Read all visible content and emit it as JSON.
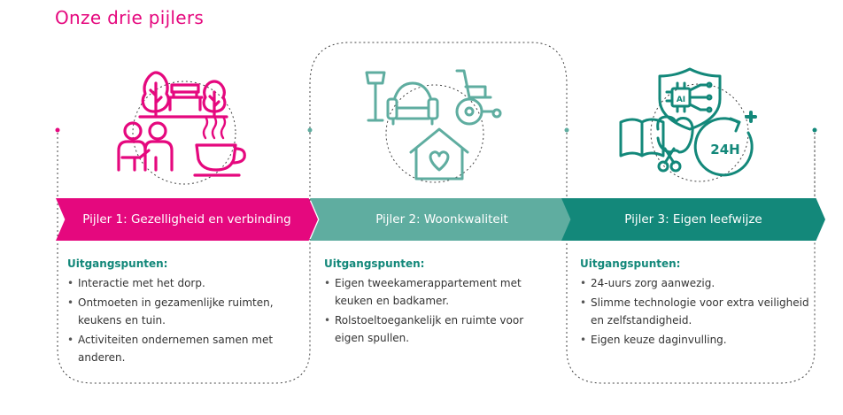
{
  "page": {
    "title": "Onze drie pijlers"
  },
  "colors": {
    "pink": "#e5087e",
    "light_teal": "#5fada0",
    "teal": "#13887a"
  },
  "pillars": [
    {
      "banner": "Pijler 1: Gezelligheid en verbinding",
      "heading": "Uitgangspunten:",
      "items": [
        "Interactie met het dorp.",
        "Ontmoeten in gezamenlijke ruimten, keukens en tuin.",
        "Activiteiten ondernemen samen met anderen."
      ],
      "icons": [
        "trees-bench-icon",
        "couple-icon",
        "coffee-cup-icon"
      ]
    },
    {
      "banner": "Pijler 2: Woonkwaliteit",
      "heading": "Uitgangspunten:",
      "items": [
        "Eigen tweekamerappartement met keuken en badkamer.",
        "Rolstoeltoegankelijk en ruimte voor eigen spullen."
      ],
      "icons": [
        "floor-lamp-icon",
        "armchair-icon",
        "wheelchair-icon",
        "home-heart-icon"
      ]
    },
    {
      "banner": "Pijler 3: Eigen leefwijze",
      "heading": "Uitgangspunten:",
      "items": [
        "24-uurs zorg aanwezig.",
        "Slimme technologie voor extra veiligheid en zelfstandigheid.",
        "Eigen keuze daginvulling."
      ],
      "icons": [
        "ai-shield-icon",
        "book-icon",
        "craft-scissors-icon",
        "24h-care-icon"
      ],
      "badge_text": [
        "AI",
        "24H"
      ]
    }
  ]
}
